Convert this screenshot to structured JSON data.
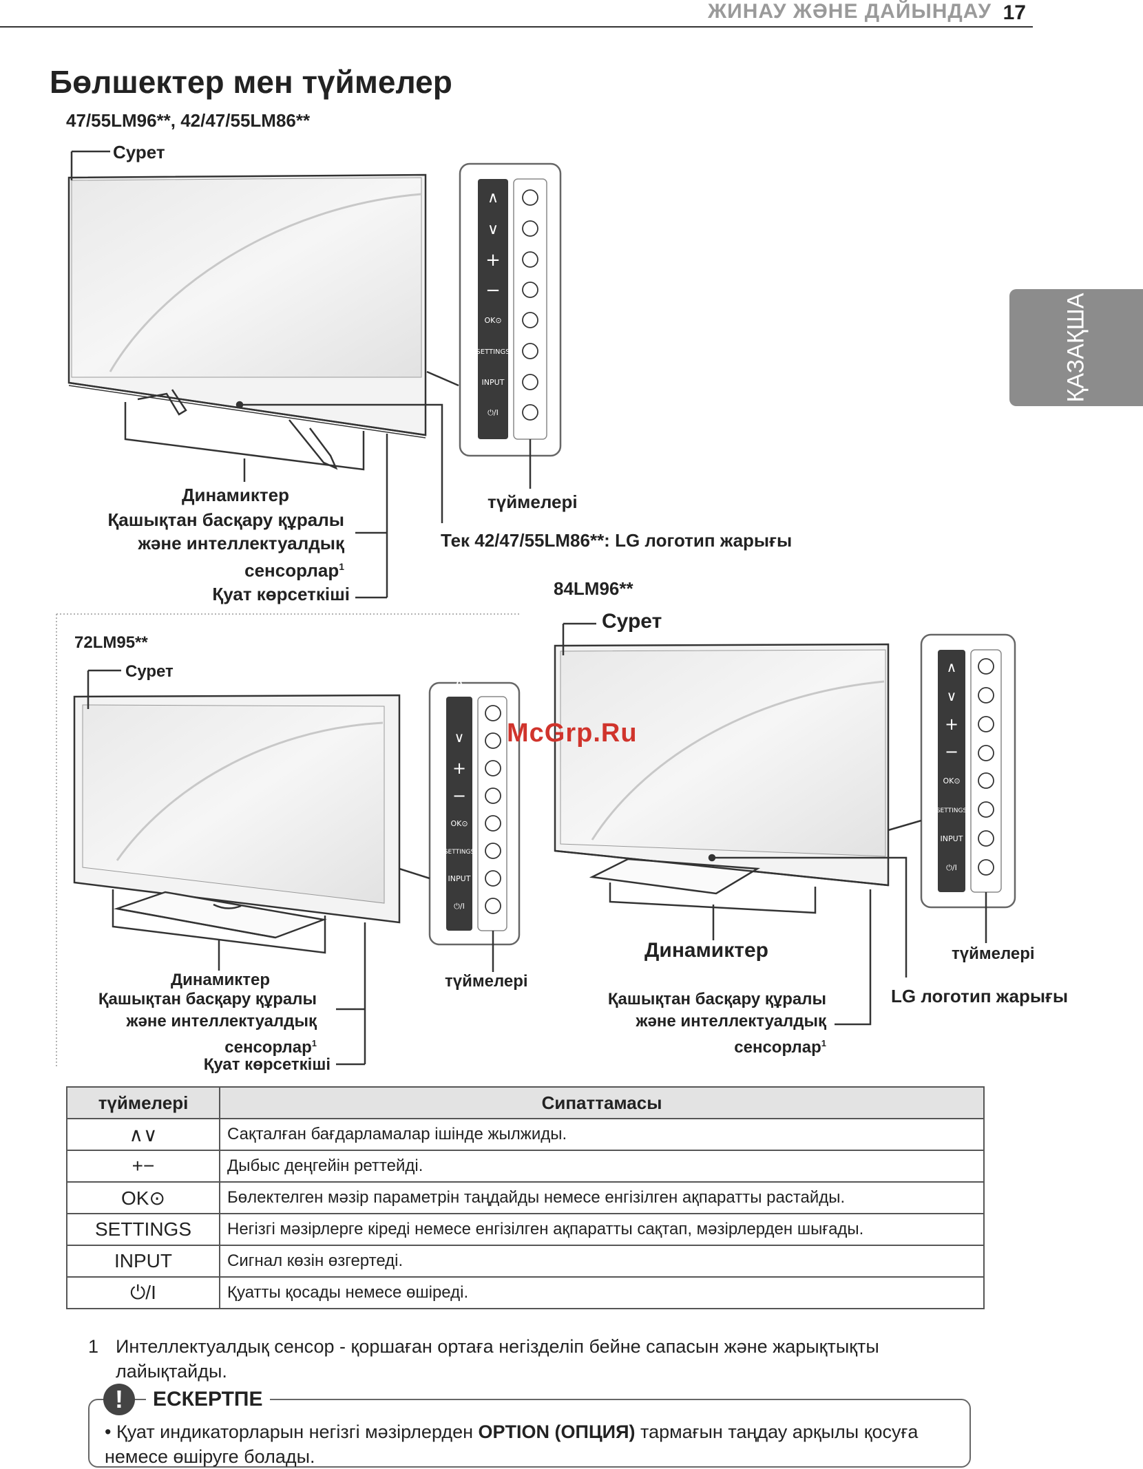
{
  "header": {
    "section": "ЖИНАУ ЖӘНЕ ДАЙЫНДАУ",
    "page": "17"
  },
  "side_tab": "ҚАЗАҚША",
  "title": "Бөлшектер мен түймелер",
  "model_a": {
    "models": "47/55LM96**, 42/47/55LM86**",
    "picture": "Сурет",
    "speakers": "Динамиктер",
    "sensors_1": "Қашықтан басқару құралы",
    "sensors_2": "және интеллектуалдық",
    "sensors_3": "сенсорлар",
    "sup": "1",
    "power_ind": "Қуат көрсеткіші",
    "buttons": "түймелері",
    "logo": "Тек 42/47/55LM86**: LG логотип жарығы"
  },
  "model_b": {
    "models": "72LM95**",
    "picture": "Сурет",
    "speakers": "Динамиктер",
    "sensors_1": "Қашықтан басқару құралы",
    "sensors_2": "және интеллектуалдық",
    "sensors_3": "сенсорлар",
    "sup": "1",
    "power_ind": "Қуат көрсеткіші",
    "buttons": "түймелері"
  },
  "model_c": {
    "models": "84LM96**",
    "picture": "Сурет",
    "speakers": "Динамиктер",
    "sensors_1": "Қашықтан басқару құралы",
    "sensors_2": "және интеллектуалдық",
    "sensors_3": "сенсорлар",
    "sup": "1",
    "buttons": "түймелері",
    "logo": "LG логотип жарығы"
  },
  "panel_labels": [
    "OK⊙",
    "SETTINGS",
    "INPUT",
    "⏻/I"
  ],
  "watermark": "McGrp.Ru",
  "table": {
    "headers": [
      "түймелері",
      "Сипаттамасы"
    ],
    "rows": [
      {
        "key": "∧∨",
        "desc": "Сақталған бағдарламалар ішінде жылжиды."
      },
      {
        "key": "+−",
        "desc": "Дыбыс деңгейін реттейді."
      },
      {
        "key": "OK⊙",
        "desc": "Бөлектелген мәзір параметрін таңдайды немесе енгізілген ақпаратты растайды."
      },
      {
        "key": "SETTINGS",
        "desc": "Негізгі мәзірлерге кіреді немесе енгізілген ақпаратты сақтап, мәзірлерден шығады."
      },
      {
        "key": "INPUT",
        "desc": "Сигнал көзін өзгертеді."
      },
      {
        "key": "⏻/I",
        "desc": "Қуатты қосады немесе өшіреді."
      }
    ]
  },
  "footnote": {
    "num": "1",
    "text": "Интеллектуалдық сенсор - қоршаған ортаға негізделіп бейне сапасын және жарықтықты лайықтайды."
  },
  "note": {
    "icon": "!",
    "title": "ЕСКЕРТПЕ",
    "bullet": "•",
    "text_before": "Қуат индикаторларын негізгі мәзірлерден",
    "bold": "OPTION (ОПЦИЯ)",
    "text_after": "тармағын таңдау арқылы қосуға немесе өшіруге болады."
  }
}
